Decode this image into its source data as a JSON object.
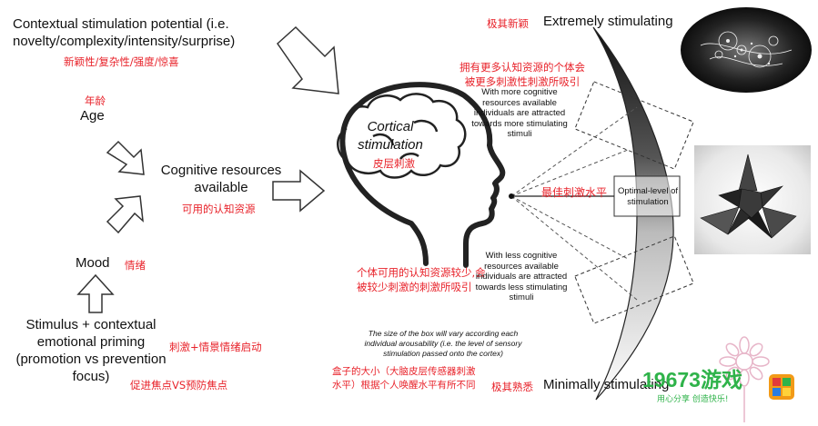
{
  "left": {
    "contextual_title": "Contextual stimulation potential (i.e. novelty/complexity/intensity/surprise)",
    "contextual_cn": "新颖性/复杂性/强度/惊喜",
    "age_cn": "年龄",
    "age": "Age",
    "cognitive": "Cognitive resources available",
    "cognitive_cn": "可用的认知资源",
    "mood": "Mood",
    "mood_cn": "情绪",
    "stimulus": "Stimulus + contextual emotional priming (promotion vs prevention focus)",
    "stimulus_cn_1": "刺激+情景情绪启动",
    "stimulus_cn_2": "促进焦点VS预防焦点"
  },
  "head": {
    "label": "Cortical stimulation",
    "label_cn": "皮层刺激",
    "less_cn": "个体可用的认知资源较少,会被较少刺激的刺激所吸引"
  },
  "right": {
    "extreme_cn": "极其新颖",
    "extreme": "Extremely stimulating",
    "more_cn": "拥有更多认知资源的个体会被更多刺激性刺激所吸引",
    "more": "With more cognitive resources available individuals are attracted towards more stimulating stimuli",
    "optimal_cn": "最佳刺激水平",
    "optimal": "Optimal-level of stimulation",
    "less": "With less cognitive resources available individuals are attracted towards less stimulating stimuli",
    "box_note": "The size of the box will vary according each individual arousability (i.e. the level of sensory stimulation passed onto the cortex)",
    "box_note_cn": "盒子的大小（大脑皮层传感器刺激水平）根据个人唤醒水平有所不同",
    "minimal_cn": "极其熟悉",
    "minimal": "Minimally stimulating"
  },
  "watermark": {
    "brand": "19673游戏",
    "slogan": "用心分享 创造快乐!"
  },
  "colors": {
    "annotation_red": "#e8222a",
    "brand_green": "#2fb34a",
    "brand_orange": "#f29a17"
  }
}
